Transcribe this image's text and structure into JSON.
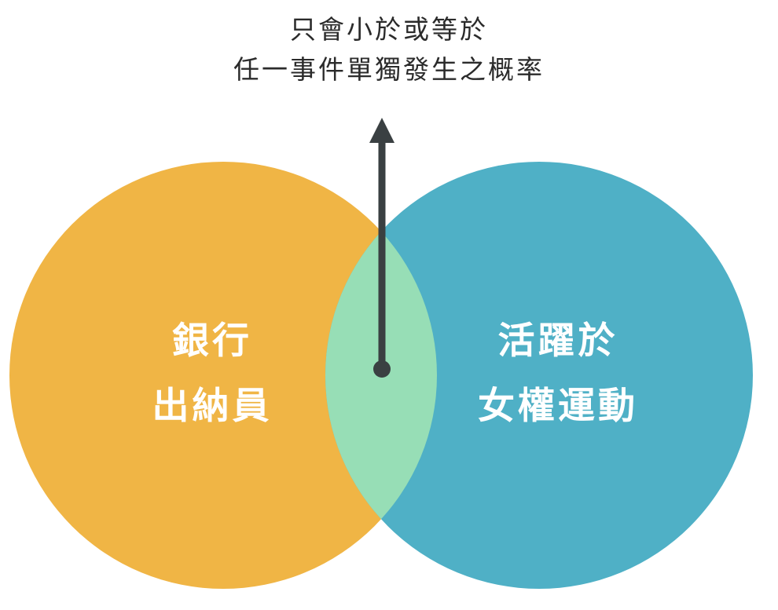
{
  "caption": {
    "line1": "只會小於或等於",
    "line2": "任一事件單獨發生之概率"
  },
  "left_circle": {
    "line1": "銀行",
    "line2": "出納員",
    "color": "#F0B545"
  },
  "right_circle": {
    "line1": "活躍於",
    "line2": "女權運動",
    "color": "#4FB0C6"
  },
  "overlap": {
    "color": "#97DEB6"
  },
  "arrow": {
    "color": "#3A4042"
  }
}
